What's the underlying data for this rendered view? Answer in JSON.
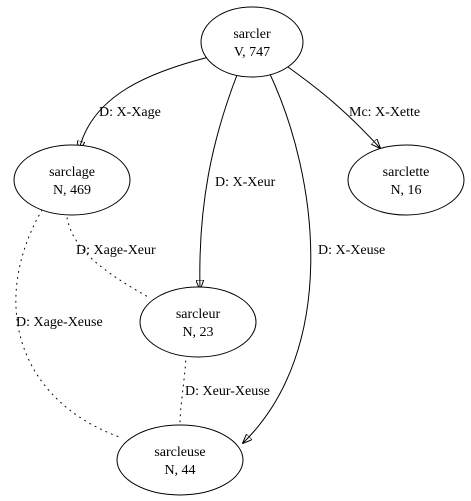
{
  "nodes": {
    "sarcler": {
      "word": "sarcler",
      "info": "V, 747"
    },
    "sarclage": {
      "word": "sarclage",
      "info": "N, 469"
    },
    "sarclette": {
      "word": "sarclette",
      "info": "N, 16"
    },
    "sarcleur": {
      "word": "sarcleur",
      "info": "N, 23"
    },
    "sarcleuse": {
      "word": "sarcleuse",
      "info": "N, 44"
    }
  },
  "edges": {
    "sarcler_sarclage": {
      "label": "D: X-Xage",
      "style": "solid",
      "directed": true
    },
    "sarcler_sarcleur": {
      "label": "D: X-Xeur",
      "style": "solid",
      "directed": true
    },
    "sarcler_sarcleuse": {
      "label": "D: X-Xeuse",
      "style": "solid",
      "directed": true
    },
    "sarcler_sarclette": {
      "label": "Mc: X-Xette",
      "style": "solid",
      "directed": true
    },
    "sarclage_sarcleur": {
      "label": "D: Xage-Xeur",
      "style": "dotted",
      "directed": false
    },
    "sarclage_sarcleuse": {
      "label": "D: Xage-Xeuse",
      "style": "dotted",
      "directed": false
    },
    "sarcleur_sarcleuse": {
      "label": "D: Xeur-Xeuse",
      "style": "dotted",
      "directed": false
    }
  },
  "colors": {
    "background": "#ffffff",
    "stroke": "#000000",
    "text": "#000000"
  }
}
